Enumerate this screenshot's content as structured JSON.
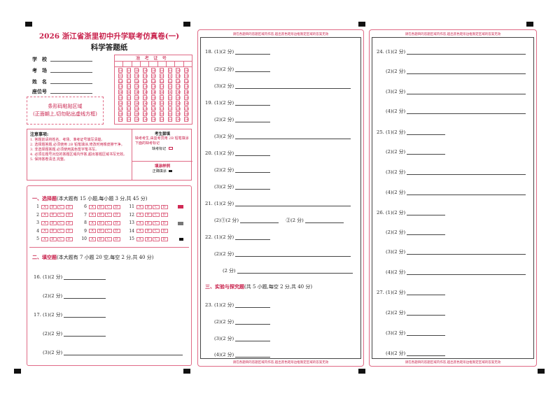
{
  "header": {
    "title": "2026 浙江省浙里初中升学联考仿真卷(一)",
    "subtitle": "科学答题纸"
  },
  "student_info": [
    {
      "label": "学　校"
    },
    {
      "label": "考　场"
    },
    {
      "label": "姓　名"
    },
    {
      "label": "座位号"
    }
  ],
  "admission": {
    "title": "准考证号",
    "digits": [
      "0",
      "1",
      "2",
      "3",
      "4",
      "5",
      "6",
      "7",
      "8",
      "9"
    ]
  },
  "barcode": {
    "line1": "条形码粘贴区域",
    "line2": "(正面朝上,切勿贴出虚线方框)"
  },
  "notes": {
    "title": "注意事项:",
    "items": [
      "1. 答题前请将姓名、考场、准考证号填写清楚。",
      "2. 选择题答题,必须使用 2B 铅笔填涂,修改时用橡皮擦干净。",
      "3. 非选择题答题,必须使用黑色签字笔书写。",
      "4. 必须在题号对应的答题区域内作答,超出答题区域书写无效。",
      "5. 保持答卷清洁,完整。"
    ],
    "missing_title": "考生禁填",
    "missing_text": "缺考考生,由监考员用 2B 铅笔填涂下面的缺考标记",
    "missing_mark": "缺考标记",
    "fill_title": "填涂样例",
    "fill_text": "正确填涂"
  },
  "section1": {
    "heading": "一、选择题",
    "desc": "(本大题有 15 小题,每小题 3 分,共 45 分)",
    "options": [
      "A",
      "B",
      "C",
      "D"
    ],
    "questions": [
      "1",
      "2",
      "3",
      "4",
      "5",
      "6",
      "7",
      "8",
      "9",
      "10",
      "11",
      "12",
      "13",
      "14",
      "15"
    ]
  },
  "section2": {
    "heading": "二、填空题",
    "desc": "(本大题有 7 小题 20 空,每空 2 分,共 40 分)"
  },
  "section3": {
    "heading": "三、实验与探究题",
    "desc": "(共 5 小题,每空 2 分,共 40 分)"
  },
  "warning": "请在各题目的答题区域内作答,超出黑色矩形边框限定区域的答案无效",
  "labels": {
    "q16": "16.",
    "q17": "17.",
    "q18": "18.",
    "q19": "19.",
    "q20": "20.",
    "q21": "21.",
    "q22": "22.",
    "q23": "23.",
    "q24": "24.",
    "q25": "25.",
    "q26": "26.",
    "q27": "27.",
    "p1": "(1)(2 分)",
    "p2": "(2)(2 分)",
    "p3": "(3)(2 分)",
    "p4": "(4)(2 分)",
    "p2a": "(2)①(2 分)",
    "p2b": "②(2 分)",
    "pl": "(2 分)"
  }
}
